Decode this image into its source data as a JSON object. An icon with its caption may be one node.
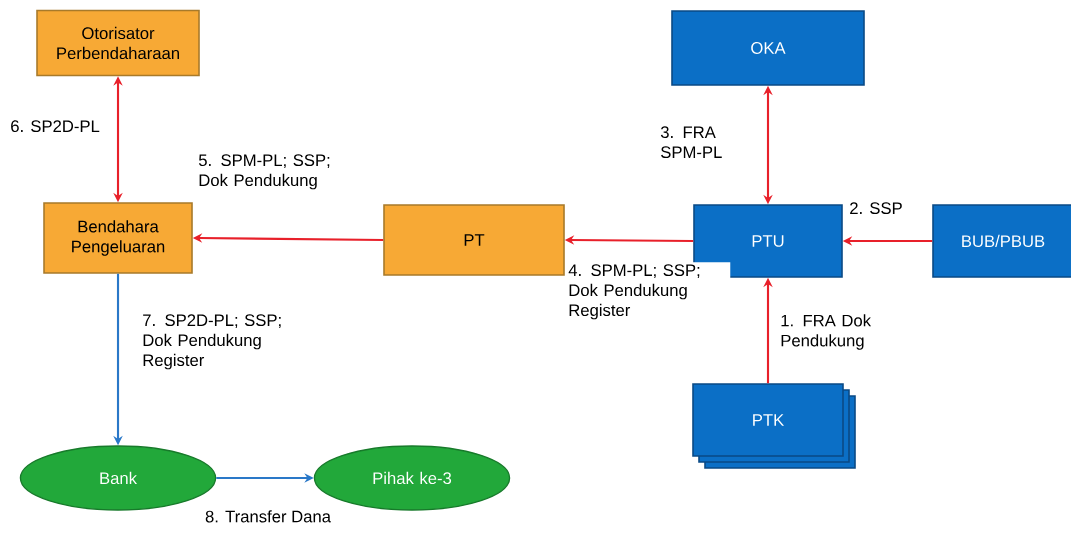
{
  "diagram": {
    "nodes": [
      {
        "text": [
          "Otorisator Perbendaharaan"
        ]
      },
      {
        "text": [
          "OKA"
        ]
      },
      {
        "text": [
          "Bendahara Pengeluaran"
        ]
      },
      {
        "text": [
          "PT"
        ]
      },
      {
        "text": [
          "PTU"
        ]
      },
      {
        "text": [
          "BUB/PBUB"
        ]
      },
      {
        "text": [
          "PTK"
        ]
      },
      {
        "text": [
          "Bank"
        ]
      },
      {
        "text": [
          "Pihak ke-3"
        ]
      }
    ],
    "edges": [
      {
        "from": 0,
        "to": 2,
        "arrow": "both",
        "label": "6. SP2D-PL"
      },
      {
        "from": 1,
        "to": 4,
        "arrow": "both",
        "label": "3. FRA SPM-PL"
      },
      {
        "from": 3,
        "to": 2,
        "arrow": "to",
        "label": "5. SPM-PL; SSP; Dok Pendukung"
      },
      {
        "from": 4,
        "to": 3,
        "arrow": "to",
        "label": "4. SPM-PL; SSP; Dok Pendukung Register"
      },
      {
        "from": 5,
        "to": 4,
        "arrow": "to",
        "label": "2. SSP"
      },
      {
        "from": 6,
        "to": 4,
        "arrow": "to",
        "label": "1. FRA Dok Pendukung"
      },
      {
        "from": 2,
        "to": 7,
        "arrow": "to",
        "label": "7. SP2D-PL; SSP; Dok Pendukung Register",
        "color": "#2a78c8"
      },
      {
        "from": 7,
        "to": 8,
        "arrow": "to",
        "label": "8. Transfer Dana",
        "color": "#2a78c8"
      }
    ]
  }
}
